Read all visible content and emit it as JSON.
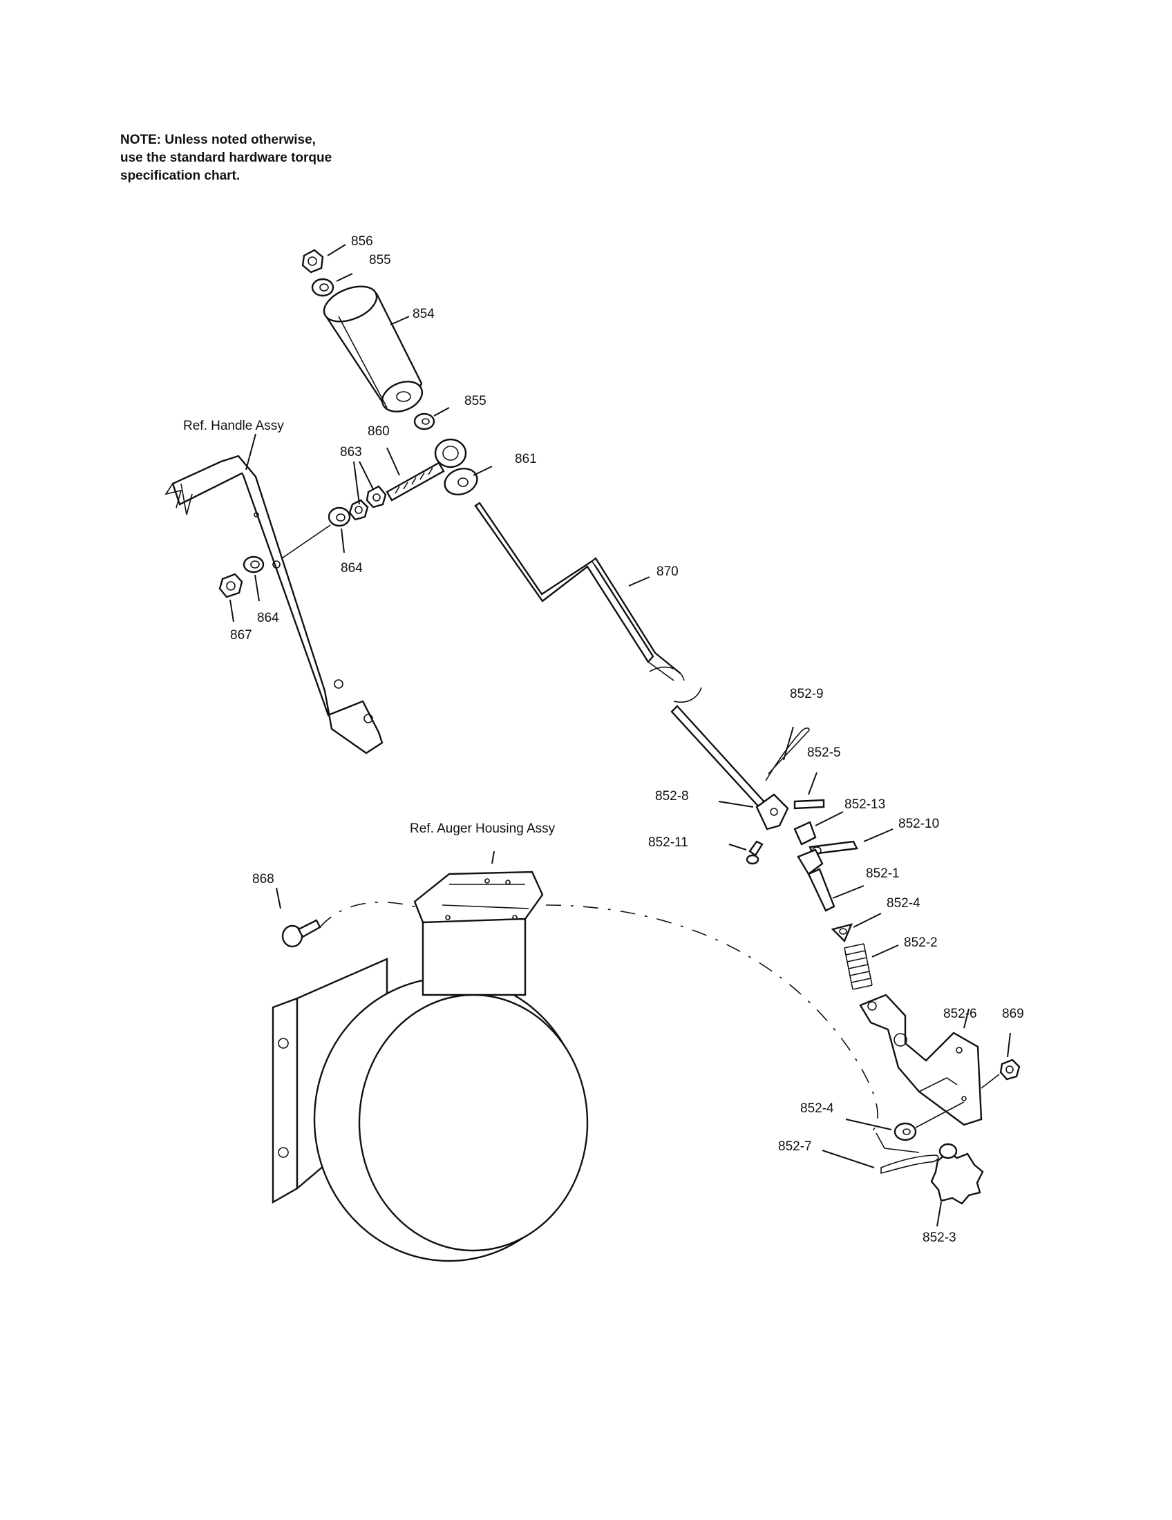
{
  "note": {
    "line1": "NOTE: Unless noted otherwise,",
    "line2": "use the standard hardware torque",
    "line3": "specification chart."
  },
  "refs": {
    "handle_assy": "Ref. Handle Assy",
    "auger_housing_assy": "Ref. Auger Housing Assy"
  },
  "callouts": {
    "p856": "856",
    "p855_top": "855",
    "p854": "854",
    "p855_low": "855",
    "p860": "860",
    "p863": "863",
    "p861": "861",
    "p864_a": "864",
    "p864_b": "864",
    "p867": "867",
    "p870": "870",
    "p852_9": "852-9",
    "p852_5": "852-5",
    "p852_8": "852-8",
    "p852_13": "852-13",
    "p852_10": "852-10",
    "p852_11": "852-11",
    "p852_1": "852-1",
    "p852_4_a": "852-4",
    "p852_2": "852-2",
    "p868": "868",
    "p852_6": "852-6",
    "p869": "869",
    "p852_4_b": "852-4",
    "p852_7": "852-7",
    "p852_3": "852-3"
  }
}
